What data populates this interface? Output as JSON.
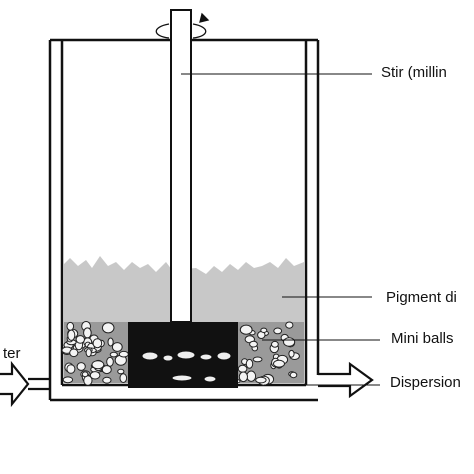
{
  "diagram": {
    "labels": {
      "stir": "Stir (millin",
      "pigment": "Pigment di",
      "mini_balls": "Mini balls",
      "dispersion": "Dispersion",
      "water": "ter"
    }
  }
}
